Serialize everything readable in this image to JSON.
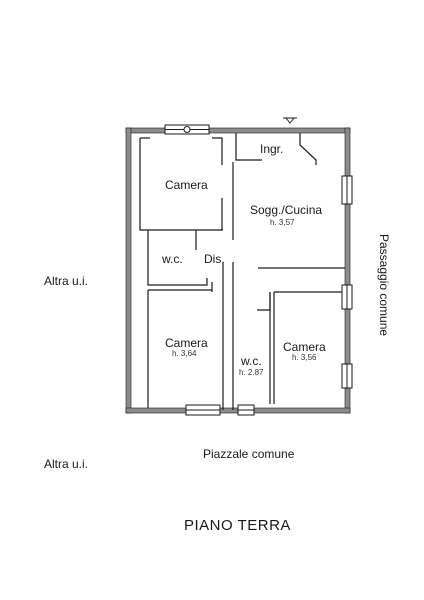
{
  "outside": {
    "altra_top": "Altra u.i.",
    "altra_bottom": "Altra u.i.",
    "passaggio": "Passaggio comune",
    "piazzale": "Piazzale comune"
  },
  "rooms": {
    "ingresso": "Ingr.",
    "camera_top": "Camera",
    "soggiorno": "Sogg./Cucina",
    "soggiorno_h": "h. 3,57",
    "wc_left": "w.c.",
    "disimpegno": "Dis.",
    "camera_left": "Camera",
    "camera_left_h": "h. 3,64",
    "wc_center": "w.c.",
    "wc_center_h": "h. 2.87",
    "camera_right": "Camera",
    "camera_right_h": "h. 3,56"
  },
  "floor_title": "PIANO TERRA",
  "colors": {
    "wall": "#8c8c8c",
    "line": "#1a1a1a"
  }
}
